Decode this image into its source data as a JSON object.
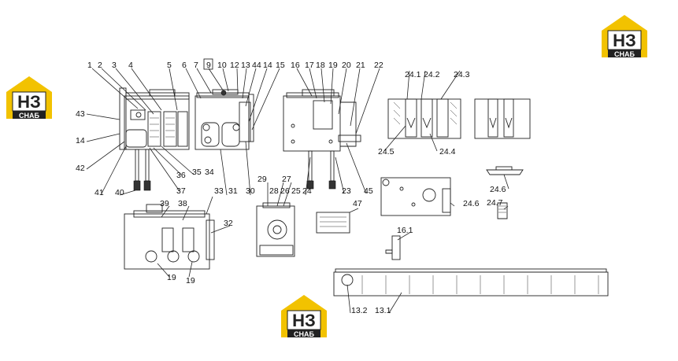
{
  "brand": {
    "logo_letters": "НЗ",
    "logo_text": "СНАБ",
    "logo_color": "#f2c200",
    "logo_dark": "#222222"
  },
  "callouts": {
    "c1": "1",
    "c2": "2",
    "c3": "3",
    "c4": "4",
    "c5": "5",
    "c6": "6",
    "c7": "7",
    "c9": "9",
    "c10": "10",
    "c12": "12",
    "c13": "13",
    "c14a": "14",
    "c14b": "14",
    "c15": "15",
    "c16": "16",
    "c17": "17",
    "c18": "18",
    "c19a": "19",
    "c19b": "19",
    "c19c": "19",
    "c20": "20",
    "c21": "21",
    "c22": "22",
    "c23": "23",
    "c24": "24",
    "c25": "25",
    "c26": "26",
    "c27": "27",
    "c28": "28",
    "c29": "29",
    "c30": "30",
    "c31": "31",
    "c32": "32",
    "c33": "33",
    "c34": "34",
    "c35": "35",
    "c36": "36",
    "c37": "37",
    "c38": "38",
    "c39": "39",
    "c40": "40",
    "c41": "41",
    "c42": "42",
    "c43": "43",
    "c44": "44",
    "c45": "45",
    "c47": "47",
    "c241": "24.1",
    "c242": "24.2",
    "c243": "24.3",
    "c244": "24.4",
    "c245": "24.5",
    "c246": "24.6",
    "c247": "24.7",
    "c248": "24.6",
    "c161": "16.1",
    "c131": "13.1",
    "c132": "13.2"
  }
}
